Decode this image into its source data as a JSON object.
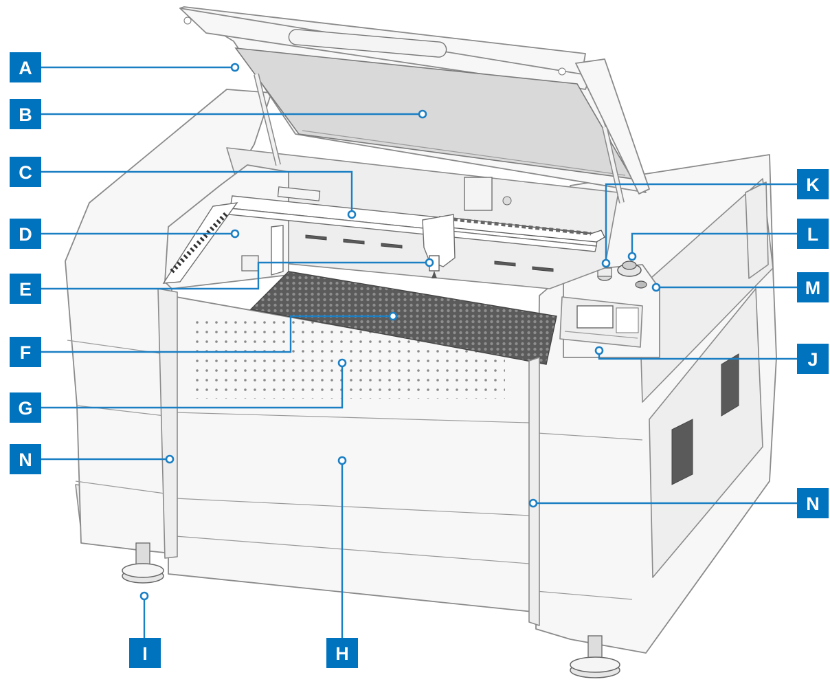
{
  "callouts": {
    "A": "A",
    "B": "B",
    "C": "C",
    "D": "D",
    "E": "E",
    "F": "F",
    "G": "G",
    "H": "H",
    "I": "I",
    "J": "J",
    "K": "K",
    "L": "L",
    "M": "M",
    "N_left": "N",
    "N_right": "N"
  },
  "colors": {
    "callout": "#0073bf",
    "leader": "#1b7fc4",
    "outline": "#8a8a8a"
  }
}
